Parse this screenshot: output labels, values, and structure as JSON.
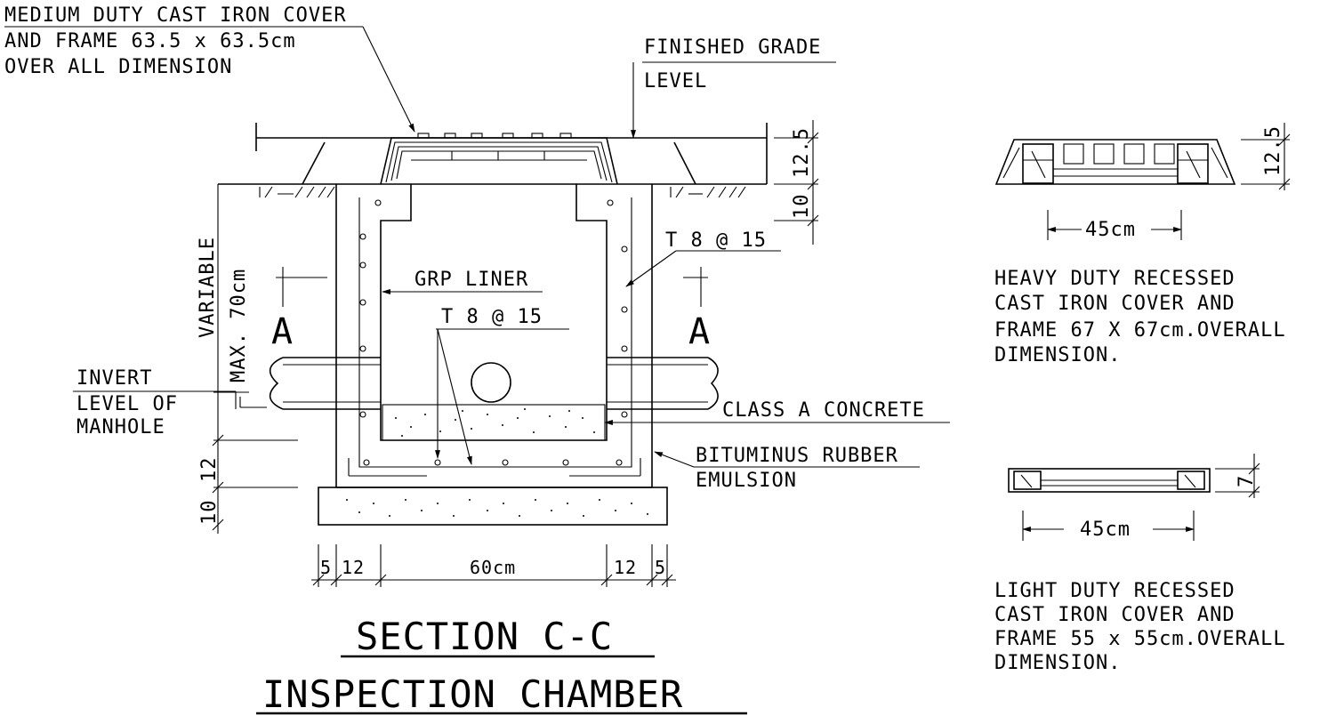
{
  "labels": {
    "cover_line1": "MEDIUM DUTY CAST IRON COVER",
    "cover_line2": "AND FRAME 63.5 x 63.5cm",
    "cover_line3": "OVER ALL DIMENSION",
    "finished_grade": "FINISHED GRADE",
    "level": "LEVEL",
    "grp_liner": "GRP LINER",
    "rebar_side": "T 8 @ 15",
    "rebar_base": "T 8 @ 15",
    "variable": "VARIABLE",
    "max": "MAX. 70cm",
    "section_a_left": "A",
    "section_a_right": "A",
    "invert1": "INVERT",
    "invert2": "LEVEL OF",
    "invert3": "MANHOLE",
    "class_a": "CLASS A CONCRETE",
    "bitum1": "BITUMINUS RUBBER",
    "bitum2": "EMULSION"
  },
  "dimensions": {
    "cover_h": "12.5",
    "slab_h": "10",
    "base_12": "12",
    "base_10": "10",
    "wall_5_l": "5",
    "wall_12_l": "12",
    "inner_60": "60cm",
    "wall_12_r": "12",
    "wall_5_r": "5"
  },
  "titles": {
    "section": "SECTION C-C",
    "chamber": "INSPECTION CHAMBER"
  },
  "heavy": {
    "dim_h": "12.5",
    "dim_w": "45cm",
    "line1": "HEAVY DUTY RECESSED",
    "line2": "CAST IRON COVER AND",
    "line3": "FRAME 67 X 67cm.OVERALL",
    "line4": "DIMENSION."
  },
  "light": {
    "dim_h": "7",
    "dim_w": "45cm",
    "line1": "LIGHT DUTY RECESSED",
    "line2": "CAST IRON COVER AND",
    "line3": "FRAME 55 x 55cm.OVERALL",
    "line4": "DIMENSION."
  }
}
